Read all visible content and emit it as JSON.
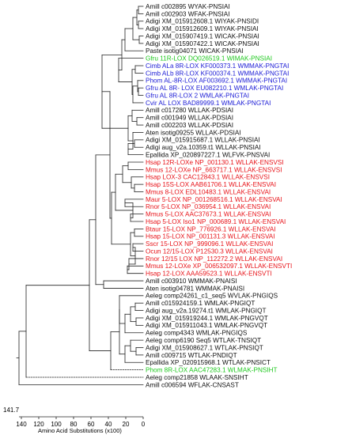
{
  "tree": {
    "root_label": "141.7",
    "axis": {
      "title": "Amino Acid Substitutions (x100)",
      "ticks": [
        "140",
        "120",
        "100",
        "80",
        "60",
        "40",
        "20",
        "0"
      ]
    },
    "colors": {
      "default": "#111111",
      "red": "#e8141a",
      "blue": "#1c1cd6",
      "green": "#1ec81e"
    },
    "leaves": [
      {
        "label": "Amill c002895 WYAK-PNSIAI",
        "color": "default"
      },
      {
        "label": "Amill c002903 WFAK-PNSIAI",
        "color": "default"
      },
      {
        "label": "Adigi XM_015912608.1 WIYAK-PNSIDI",
        "color": "default"
      },
      {
        "label": "Adigi XM_015912609.1 WIYAK-PNSIAI",
        "color": "default"
      },
      {
        "label": "Adigi XM_015907419.1 WICAK-PNSIAI",
        "color": "default"
      },
      {
        "label": "Adigi XM_015907422.1 WICAK-PNSIAI",
        "color": "default"
      },
      {
        "label": "Paste isotig04071 WICAK-PNSIAI",
        "color": "default"
      },
      {
        "label": "Gfru 11R-LOX DQ026519.1 WIMAK-PNSIAI",
        "color": "green"
      },
      {
        "label": "Cimb ALa 8R-LOX KF000373.1 WMMAK-PNGTAI",
        "color": "blue"
      },
      {
        "label": "Cimb ALb 8R-LOX KF000374.1 WMMAK-PNGTAI",
        "color": "blue"
      },
      {
        "label": "Phom AL-8R-LOX AF003692.1 WMMAK-PNGTAI",
        "color": "blue"
      },
      {
        "label": "Gfru AL 8R- LOX EU082210.1 WMLAK-PNGTAI",
        "color": "blue"
      },
      {
        "label": "Gfru AL 8R-LOX 2 WMLAK-PNGTAI",
        "color": "blue"
      },
      {
        "label": "Cvir AL LOX BAD89999.1 WMLAK-PNGTAI",
        "color": "blue"
      },
      {
        "label": "Amill c017280 WLLAK-PDSIAI",
        "color": "default"
      },
      {
        "label": "Amill c001949 WLLAK-PDSIAI",
        "color": "default"
      },
      {
        "label": "Amill c002203 WLLAK-PDSIAI",
        "color": "default"
      },
      {
        "label": "Aten isotig09255 WLLAK-PDSIAI",
        "color": "default"
      },
      {
        "label": "Adigi XM_015915687.1 WLLAK-PNSIAI",
        "color": "default"
      },
      {
        "label": "Adigi aug_v2a.10359.t1 WLLAK-PNSIAI",
        "color": "default"
      },
      {
        "label": "Epallida XP_020897227.1 WLFVK-PNSVAI",
        "color": "default"
      },
      {
        "label": "Hsap 12R-LOXe NP_001130.1 WLLAK-ENSVSI",
        "color": "red"
      },
      {
        "label": "Mmus 12-LOXe NP_663717.1 WLLAK-ENSVSI",
        "color": "red"
      },
      {
        "label": "Hsap LOX-3 CAC12843.1 WLLAK-ENSVSI",
        "color": "red"
      },
      {
        "label": "Hsap 15S-LOX AAB61706.1 WLLAK-ENSVAI",
        "color": "red"
      },
      {
        "label": "Mmus 8-LOX EDL10483.1 WLLAK-ENSVAI",
        "color": "red"
      },
      {
        "label": "Maur 5-LOX NP_001268516.1 WLLAK-ENSVAI",
        "color": "red"
      },
      {
        "label": "Rnor 5-LOX NP_036954.1 WLLAK-ENSVAI",
        "color": "red"
      },
      {
        "label": "Mmus 5-LOX AAC37673.1 WLLAK-ENSVAI",
        "color": "red"
      },
      {
        "label": "Hsap 5-LOX Iso1 NP_000689.1 WLLAK-ENSVAI",
        "color": "red"
      },
      {
        "label": "Btaur 15-LOX NP_776926.1 WLLAK-ENSVAI",
        "color": "red"
      },
      {
        "label": "Hsap 15-LOX NP_001131.3 WLLAK-ENSVAI",
        "color": "red"
      },
      {
        "label": "Sscr 15-LOX NP_999096.1 WLLAK-ENSVAI",
        "color": "red"
      },
      {
        "label": "Ocun 12/15-LOX P12530.3 WLLAK-ENSVAI",
        "color": "red"
      },
      {
        "label": "Rnor 12/15 LOX NP_112272.2 WLLAK-ENSVAI",
        "color": "red"
      },
      {
        "label": "Mmus 12-LOXe XP_006532097.1 WLLAK-ENSVTI",
        "color": "red"
      },
      {
        "label": "Hsap 12-LOX AAA59523.1 WLLAK-ENSVTI",
        "color": "red"
      },
      {
        "label": "Amill c003910 WMMAK-PNAISI",
        "color": "default"
      },
      {
        "label": "Aten isotig04781 WMMAK-PNAISI",
        "color": "default"
      },
      {
        "label": "Aeleg comp24261_c1_seq5 WVLAK-PNGIQS",
        "color": "default"
      },
      {
        "label": "Amill c015924159.1 WMLAK-PNGIQT",
        "color": "default"
      },
      {
        "label": "Adigi aug_v2a.19274.t1 WMLAK-PNGIQT",
        "color": "default"
      },
      {
        "label": "Adigi XM_015919244.1 WMLAK-PNGVQT",
        "color": "default"
      },
      {
        "label": "Adigi XM_015911043.1 WMLAK-PNGVQT",
        "color": "default"
      },
      {
        "label": "Aeleg comp4343 WMLAK-PNGIQS",
        "color": "default"
      },
      {
        "label": "Aeleg comp6190 Seq5 WTLAK-TNSIQT",
        "color": "default"
      },
      {
        "label": "Adigi XM_015908627.1 WTLAK-PNSIQT",
        "color": "default"
      },
      {
        "label": "Amill c009715 WTLAK-PNDIQT",
        "color": "default"
      },
      {
        "label": "Epallida XP_020915968.1 WTLAK-PNSICT",
        "color": "default"
      },
      {
        "label": "Phom 8R-LOX AAC47283.1 WLMAK-PNSIHT",
        "color": "green"
      },
      {
        "label": "Aeleg comp21858 WLAAK-SNSIHT",
        "color": "default"
      },
      {
        "label": "Amill c006594 WFLAK-CNSAST",
        "color": "default"
      }
    ]
  }
}
